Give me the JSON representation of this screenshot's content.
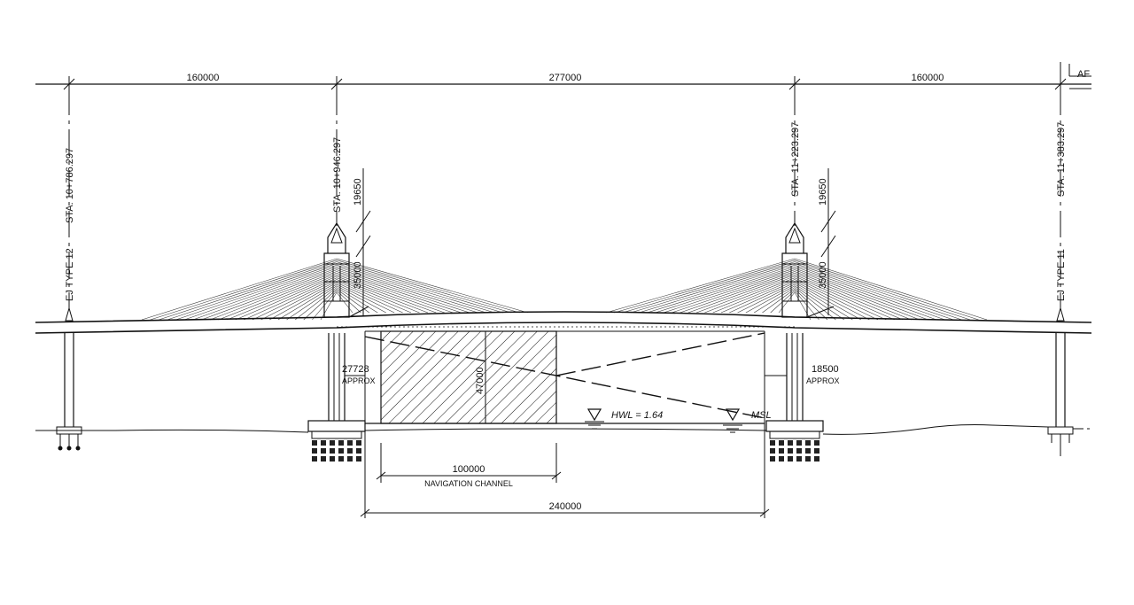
{
  "dimensions": {
    "span_left": "160000",
    "span_main": "277000",
    "span_right": "160000",
    "tower_left_upper": "19650",
    "tower_left_lower": "35000",
    "tower_right_upper": "19650",
    "tower_right_lower": "35000",
    "clearance_height": "47000",
    "left_offset": "27728",
    "right_offset": "18500",
    "approx": "APPROX",
    "navigation_width": "100000",
    "channel_width": "240000"
  },
  "stations": {
    "left_abutment": "STA. 10+786.297",
    "left_tower": "STA. 10+946.297",
    "right_tower": "STA. 11+223.297",
    "right_abutment": "STA. 11+383.297"
  },
  "expansion_joints": {
    "left": "EJ TYPE 12",
    "right": "EJ TYPE 11"
  },
  "water_levels": {
    "hwl": "HWL = 1.64",
    "msl": "MSL"
  },
  "labels": {
    "navigation_channel": "NAVIGATION CHANNEL",
    "cut_text": "AF"
  },
  "colors": {
    "line": "#111111",
    "background": "#ffffff"
  }
}
